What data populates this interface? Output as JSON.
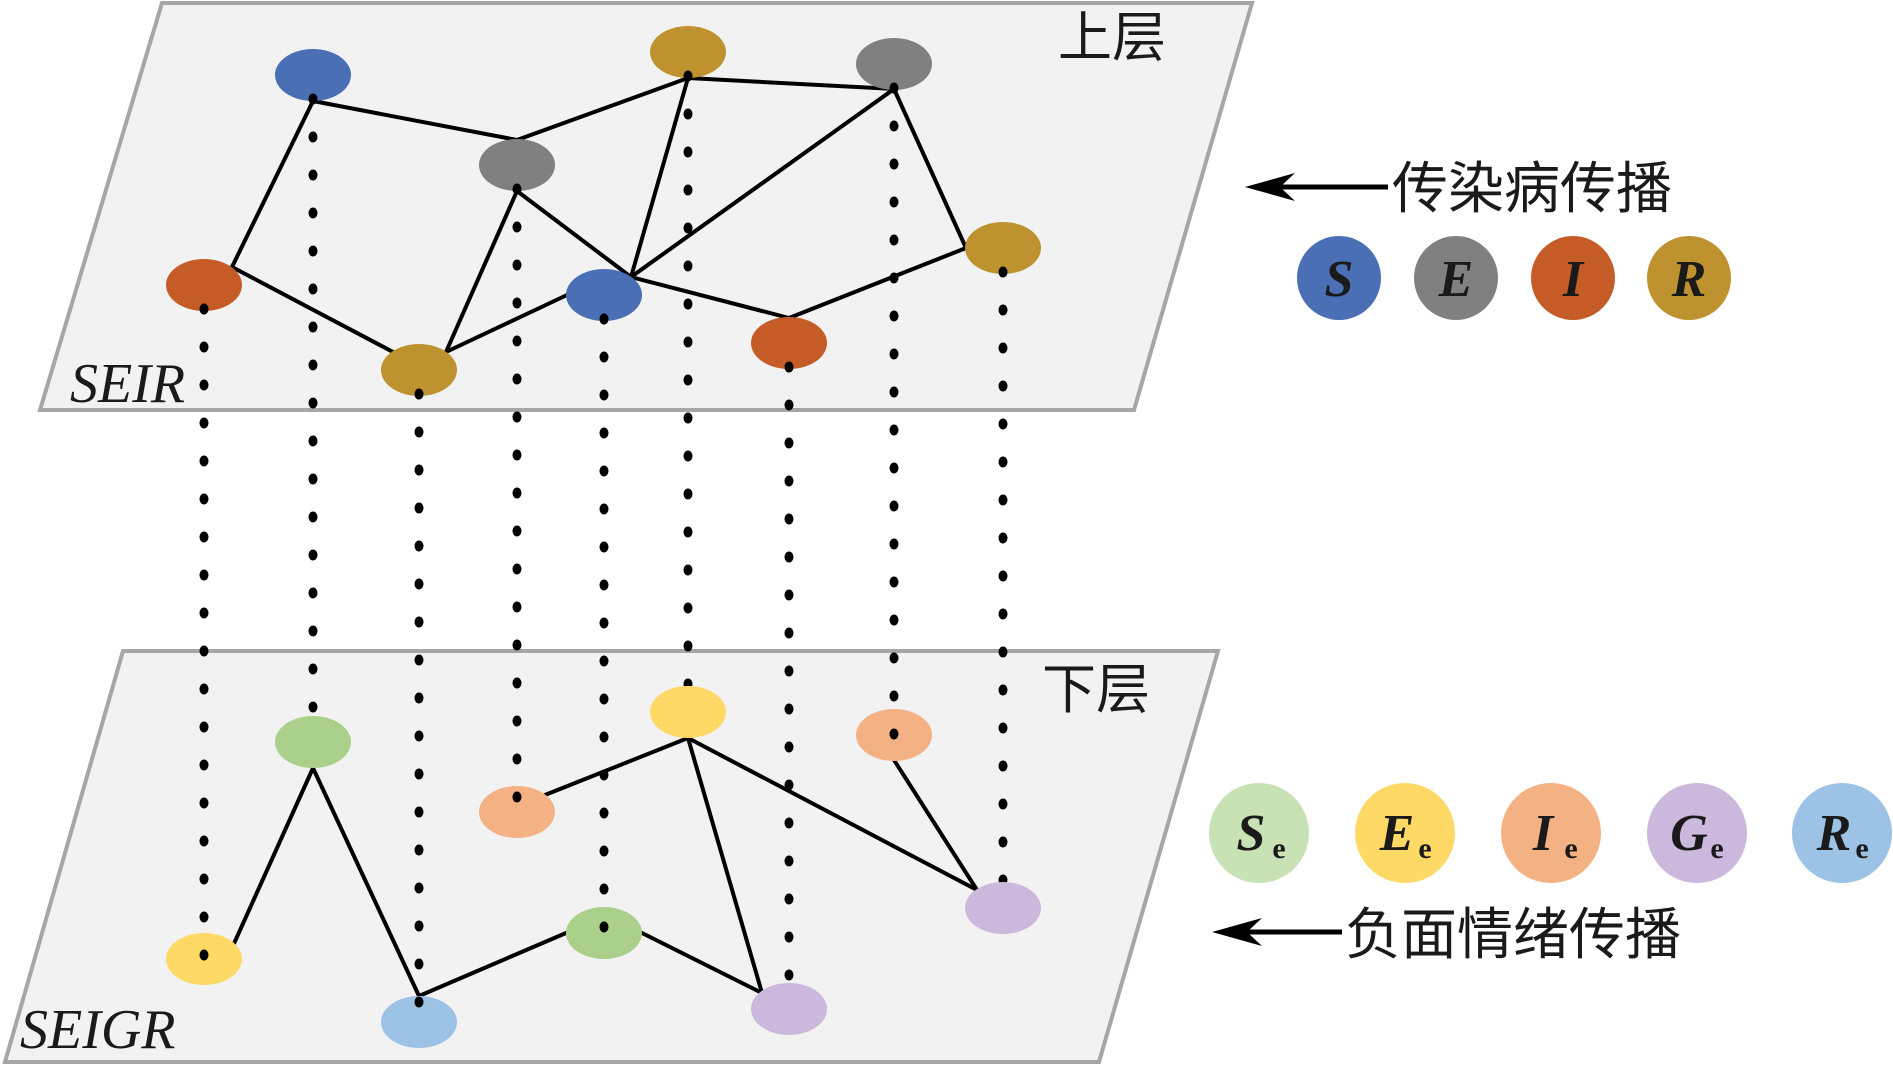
{
  "upper_layer": {
    "label": "上层",
    "model": "SEIR",
    "nodes": [
      {
        "id": "u1",
        "state": "S"
      },
      {
        "id": "u2",
        "state": "R"
      },
      {
        "id": "u3",
        "state": "E"
      },
      {
        "id": "u4",
        "state": "E"
      },
      {
        "id": "u5",
        "state": "I"
      },
      {
        "id": "u6",
        "state": "R"
      },
      {
        "id": "u7",
        "state": "S"
      },
      {
        "id": "u8",
        "state": "R"
      },
      {
        "id": "u9",
        "state": "I"
      }
    ],
    "edges": [
      [
        "u1",
        "u4"
      ],
      [
        "u4",
        "u2"
      ],
      [
        "u2",
        "u3"
      ],
      [
        "u2",
        "hub"
      ],
      [
        "u3",
        "hub"
      ],
      [
        "u3",
        "u6"
      ],
      [
        "u4",
        "hub"
      ],
      [
        "u4",
        "u8"
      ],
      [
        "u8",
        "u7"
      ],
      [
        "hub",
        "u9"
      ],
      [
        "u9",
        "u6"
      ],
      [
        "u1",
        "u5"
      ],
      [
        "u5",
        "u8"
      ]
    ]
  },
  "lower_layer": {
    "label": "下层",
    "model": "SEIGR",
    "nodes": [
      {
        "id": "l1",
        "state": "Se"
      },
      {
        "id": "l2",
        "state": "Ee"
      },
      {
        "id": "l3",
        "state": "Ie"
      },
      {
        "id": "l4",
        "state": "Ie"
      },
      {
        "id": "l5",
        "state": "Ee"
      },
      {
        "id": "l6",
        "state": "Ge"
      },
      {
        "id": "l7",
        "state": "Se"
      },
      {
        "id": "l8",
        "state": "Re"
      },
      {
        "id": "l9",
        "state": "Ge"
      }
    ],
    "edges": [
      [
        "l2",
        "l4"
      ],
      [
        "l2",
        "l9"
      ],
      [
        "l2",
        "l6"
      ],
      [
        "l3",
        "l6"
      ],
      [
        "l7",
        "l8"
      ],
      [
        "l7",
        "l9"
      ],
      [
        "l8",
        "l1"
      ],
      [
        "l1",
        "l5"
      ]
    ]
  },
  "legend_upper": {
    "title": "传染病传播",
    "items": [
      {
        "letter": "S",
        "sub": "",
        "color": "#4A6FB5"
      },
      {
        "letter": "E",
        "sub": "",
        "color": "#808080"
      },
      {
        "letter": "I",
        "sub": "",
        "color": "#C55C28"
      },
      {
        "letter": "R",
        "sub": "",
        "color": "#BD922F"
      }
    ]
  },
  "legend_lower": {
    "title": "负面情绪传播",
    "items": [
      {
        "letter": "S",
        "sub": "e",
        "color": "#C8E1B5"
      },
      {
        "letter": "E",
        "sub": "e",
        "color": "#FED966"
      },
      {
        "letter": "I",
        "sub": "e",
        "color": "#F3B184"
      },
      {
        "letter": "G",
        "sub": "e",
        "color": "#CAB9DC"
      },
      {
        "letter": "R",
        "sub": "e",
        "color": "#9CC2E5"
      }
    ]
  },
  "state_colors": {
    "S": "#4A6FB5",
    "E": "#808080",
    "I": "#C55C28",
    "R": "#BD922F",
    "Se": "#ABD08C",
    "Ee": "#FED966",
    "Ie": "#F3B184",
    "Ge": "#CAB9DC",
    "Re": "#9CC2E5"
  }
}
